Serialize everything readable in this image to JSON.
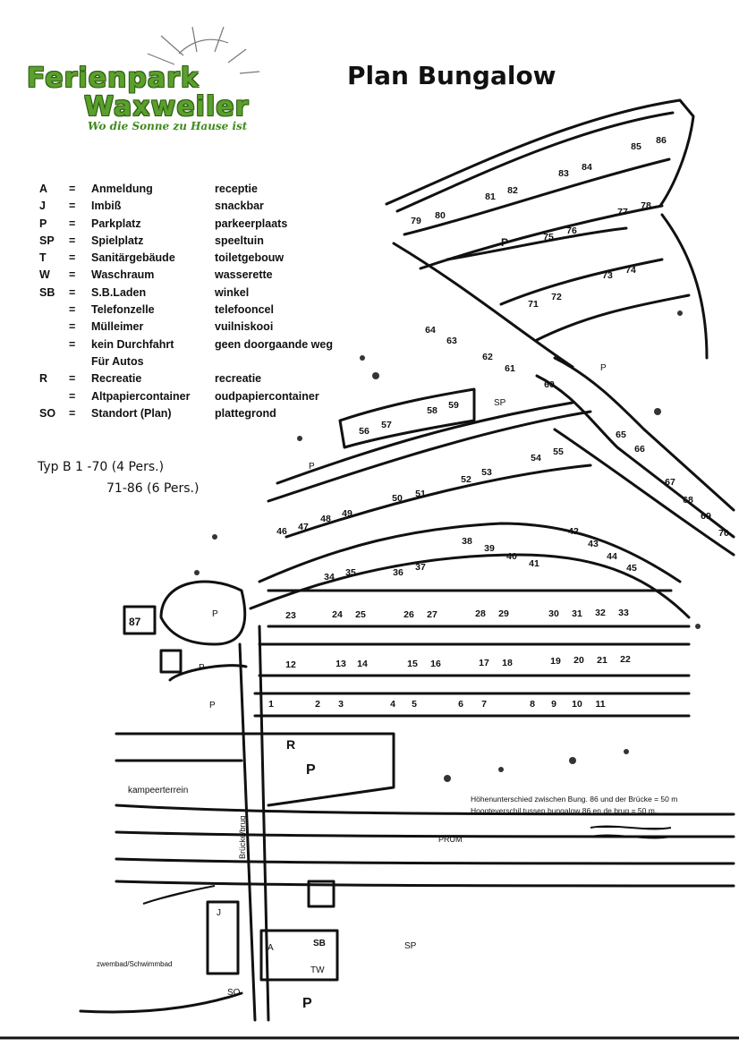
{
  "header": {
    "logo_line1": "Ferienpark",
    "logo_line2": "Waxweiler",
    "logo_tagline": "Wo die Sonne zu Hause ist",
    "title": "Plan Bungalow"
  },
  "legend": [
    {
      "code": "A",
      "eq": "=",
      "de": "Anmeldung",
      "nl": "receptie"
    },
    {
      "code": "J",
      "eq": "=",
      "de": "Imbiß",
      "nl": "snackbar"
    },
    {
      "code": "P",
      "eq": "=",
      "de": "Parkplatz",
      "nl": "parkeerplaats"
    },
    {
      "code": "SP",
      "eq": "=",
      "de": "Spielplatz",
      "nl": "speeltuin"
    },
    {
      "code": "T",
      "eq": "=",
      "de": "Sanitärgebäude",
      "nl": "toiletgebouw"
    },
    {
      "code": "W",
      "eq": "=",
      "de": "Waschraum",
      "nl": "wasserette"
    },
    {
      "code": "SB",
      "eq": "=",
      "de": "S.B.Laden",
      "nl": "winkel"
    },
    {
      "code": "",
      "eq": "=",
      "de": "Telefonzelle",
      "nl": "telefooncel"
    },
    {
      "code": "",
      "eq": "=",
      "de": "Mülleimer",
      "nl": "vuilniskooi"
    },
    {
      "code": "",
      "eq": "=",
      "de": "kein Durchfahrt",
      "nl": "geen doorgaande weg"
    },
    {
      "code": "",
      "eq": "",
      "de": "Für Autos",
      "nl": ""
    },
    {
      "code": "R",
      "eq": "=",
      "de": "Recreatie",
      "nl": "recreatie"
    },
    {
      "code": "",
      "eq": "=",
      "de": "Altpapiercontainer",
      "nl": "oudpapiercontainer"
    },
    {
      "code": "SO",
      "eq": "=",
      "de": "Standort (Plan)",
      "nl": "plattegrond"
    }
  ],
  "types": {
    "line1": "Typ  B    1  -70 (4 Pers.)",
    "line2": "71-86 (6 Pers.)"
  },
  "map_labels": {
    "p": "P",
    "sp": "SP",
    "r": "R",
    "kampeerterrein": "kampeerterrein",
    "bridge": "Brücke/brug",
    "river": "PRUM",
    "note_de": "Höhenunterschied zwischen Bung. 86 und der Brücke = 50 m",
    "note_nl": "Hoogteverschil tussen bungalow 86 en de brug = 50 m.",
    "schwimmbad": "zwembad/Schwimmbad",
    "a": "A",
    "j": "J",
    "sb": "SB",
    "tw": "TW",
    "so": "SO",
    "phone_box": "87"
  },
  "bungalows": [
    "1",
    "2",
    "3",
    "4",
    "5",
    "6",
    "7",
    "8",
    "9",
    "10",
    "11",
    "12",
    "13",
    "14",
    "15",
    "16",
    "17",
    "18",
    "19",
    "20",
    "21",
    "22",
    "23",
    "24",
    "25",
    "26",
    "27",
    "28",
    "29",
    "30",
    "31",
    "32",
    "33",
    "34",
    "35",
    "36",
    "37",
    "38",
    "39",
    "40",
    "41",
    "42",
    "43",
    "44",
    "45",
    "46",
    "47",
    "48",
    "49",
    "50",
    "51",
    "52",
    "53",
    "54",
    "55",
    "56",
    "57",
    "58",
    "59",
    "60",
    "61",
    "62",
    "63",
    "64",
    "65",
    "66",
    "67",
    "68",
    "69",
    "70",
    "71",
    "72",
    "73",
    "74",
    "75",
    "76",
    "77",
    "78",
    "79",
    "80",
    "81",
    "82",
    "83",
    "84",
    "85",
    "86"
  ]
}
